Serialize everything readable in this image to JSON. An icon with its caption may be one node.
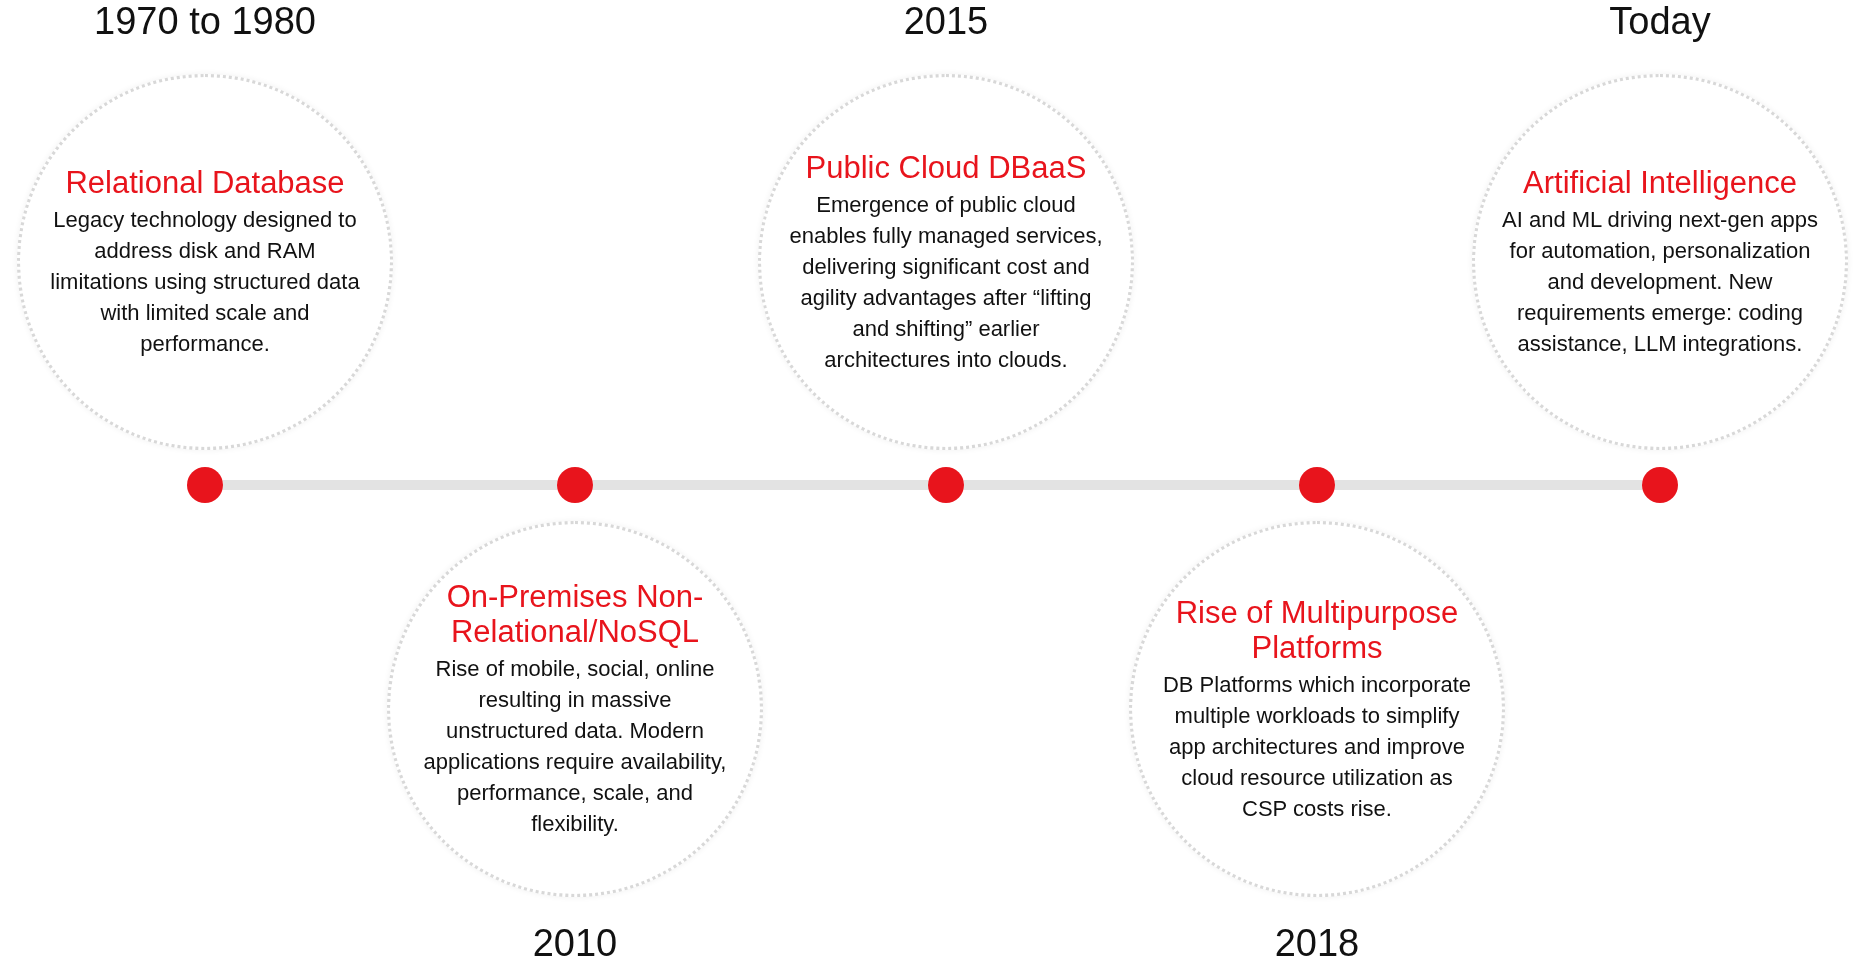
{
  "diagram": {
    "nodes": [
      {
        "text": [
          "Relational Database",
          "Legacy technology designed to address disk and RAM limitations using structured data with limited scale and performance."
        ],
        "beside": [
          "1970 to 1980"
        ]
      },
      {
        "text": [
          "On-Premises Non-Relational/NoSQL",
          "Rise of mobile, social, online resulting in massive unstructured data. Modern applications require availability, performance, scale, and flexibility."
        ],
        "beside": [
          "2010"
        ]
      },
      {
        "text": [
          "Public Cloud DBaaS",
          "Emergence of public cloud enables fully managed services, delivering significant cost and agility advantages after “lifting and shifting” earlier architectures into clouds."
        ],
        "beside": [
          "2015"
        ]
      },
      {
        "text": [
          "Rise of Multipurpose Platforms",
          "DB Platforms which incorporate multiple workloads to simplify app architectures and improve cloud resource utilization as CSP costs rise."
        ],
        "beside": [
          "2018"
        ]
      },
      {
        "text": [
          "Artificial Intelligence",
          "AI and ML driving next-gen apps for automation, personalization and development. New requirements emerge: coding assistance, LLM integrations."
        ],
        "beside": [
          "Today"
        ]
      },
      {
        "text": [],
        "shape": "circle"
      },
      {
        "text": [],
        "shape": "circle"
      },
      {
        "text": [],
        "shape": "circle"
      },
      {
        "text": [],
        "shape": "circle"
      },
      {
        "text": [],
        "shape": "circle"
      }
    ],
    "edges": [
      {
        "from": 5,
        "to": 6,
        "arrow": "none"
      },
      {
        "from": 6,
        "to": 7,
        "arrow": "none"
      },
      {
        "from": 7,
        "to": 8,
        "arrow": "none"
      },
      {
        "from": 8,
        "to": 9,
        "arrow": "none"
      }
    ]
  }
}
